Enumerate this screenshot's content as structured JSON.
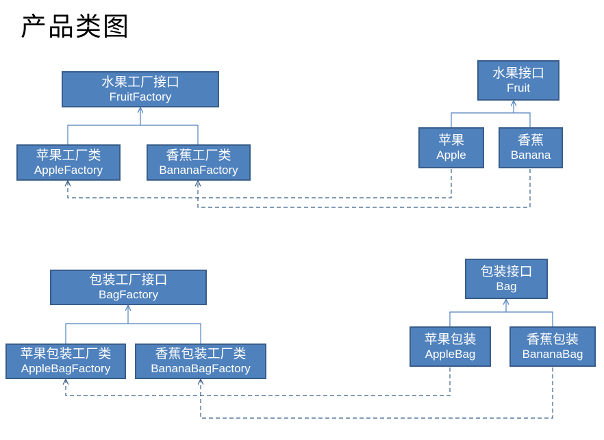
{
  "title": "产品类图",
  "nodes": {
    "fruit_factory": {
      "cn": "水果工厂接口",
      "en": "FruitFactory"
    },
    "apple_factory": {
      "cn": "苹果工厂类",
      "en": "AppleFactory"
    },
    "banana_factory": {
      "cn": "香蕉工厂类",
      "en": "BananaFactory"
    },
    "fruit": {
      "cn": "水果接口",
      "en": "Fruit"
    },
    "apple": {
      "cn": "苹果",
      "en": "Apple"
    },
    "banana": {
      "cn": "香蕉",
      "en": "Banana"
    },
    "bag_factory": {
      "cn": "包装工厂接口",
      "en": "BagFactory"
    },
    "apple_bag_factory": {
      "cn": "苹果包装工厂类",
      "en": "AppleBagFactory"
    },
    "banana_bag_factory": {
      "cn": "香蕉包装工厂类",
      "en": "BananaBagFactory"
    },
    "bag": {
      "cn": "包装接口",
      "en": "Bag"
    },
    "apple_bag": {
      "cn": "苹果包装",
      "en": "AppleBag"
    },
    "banana_bag": {
      "cn": "香蕉包装",
      "en": "BananaBag"
    }
  },
  "colors": {
    "box_fill": "#4f81bd",
    "box_border": "#385d8a",
    "connector": "#4f81bd",
    "dependency": "#385d8a"
  }
}
